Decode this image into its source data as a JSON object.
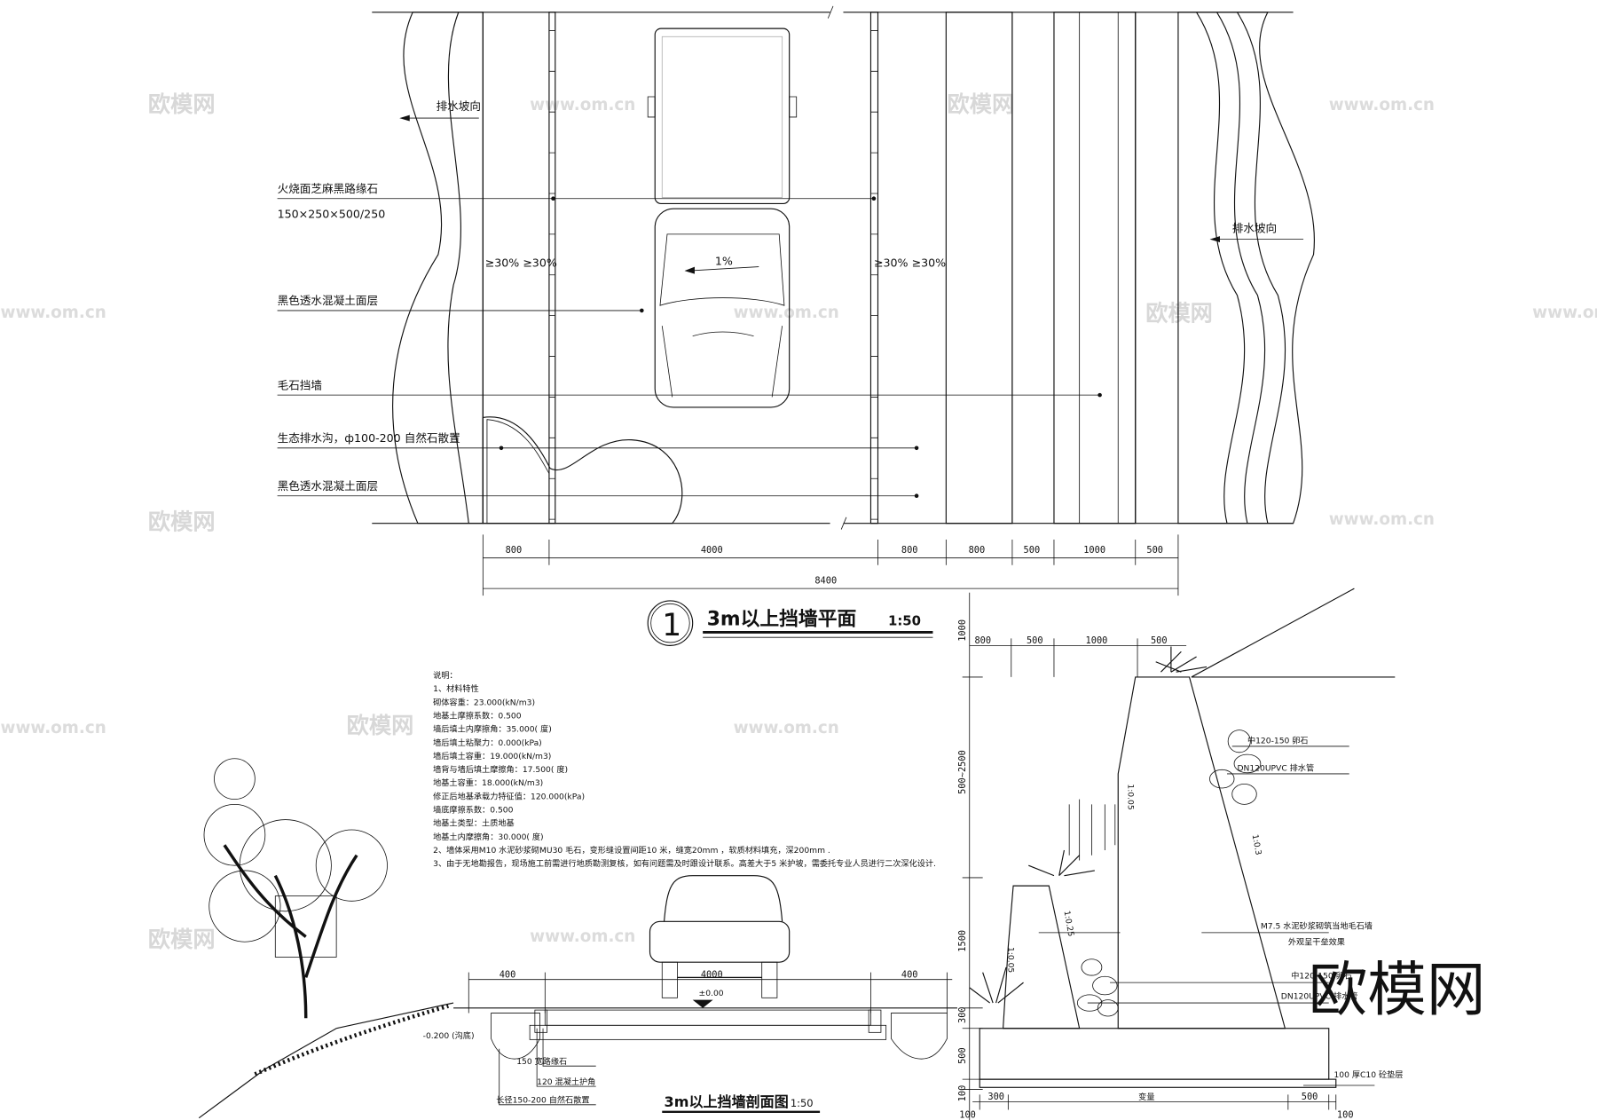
{
  "plan": {
    "title": "3m以上挡墙平面",
    "scale": "1:50",
    "number": "1",
    "labels": [
      "火烧面芝麻黑路缘石",
      "150×250×500/250",
      "黑色透水混凝土面层",
      "毛石挡墙",
      "生态排水沟，ф100-200   自然石散置",
      "黑色透水混凝土面层"
    ],
    "drain_left": "排水坡向",
    "drain_right": "排水坡向",
    "slope_center": "1%",
    "slope_left": "≥30% ≥30%",
    "slope_right": "≥30% ≥30%",
    "dims": [
      "800",
      "4000",
      "800",
      "800",
      "500",
      "1000",
      "500"
    ],
    "total": "8400"
  },
  "notes": [
    "说明：",
    "1、材料特性",
    "砌体容重：23.000(kN/m3)",
    "地基土摩擦系数：0.500",
    "墙后填土内摩擦角：35.000(    度)",
    "墙后填土粘聚力：0.000(kPa)",
    "墙后填土容重：19.000(kN/m3)",
    "墙背与墙后填土摩擦角：17.500(    度)",
    "地基土容重：18.000(kN/m3)",
    "修正后地基承载力特征值：120.000(kPa)",
    "墙底摩擦系数：0.500",
    "地基土类型：土质地基",
    "地基土内摩擦角：30.000(    度)",
    "2、墙体采用M10  水泥砂浆砌MU30   毛石，变形缝设置间距10 米，缝宽20mm   ，软质材料填充，深200mm  .",
    "3、由于无地勘报告，现场施工前需进行地质勘测复核，如有问题需及时跟设计联系。高差大于5 米护坡，需委托专业人员进行二次深化设计."
  ],
  "section": {
    "title": "3m以上挡墙剖面图",
    "scale": "1:50",
    "dims": [
      "400",
      "4000",
      "400"
    ],
    "elevation": "±0.00",
    "ditch": "-0.200  (沟底)",
    "labels": [
      "150  宽路缘石",
      "120  混凝土护角",
      "长径150-200   自然石散置"
    ]
  },
  "wall": {
    "top_dims": [
      "800",
      "500",
      "1000",
      "500"
    ],
    "vert_dims": [
      "1000",
      "500~2500",
      "1500",
      "300",
      "500",
      "100"
    ],
    "bottom_dims": [
      "100",
      "300",
      "变量",
      "500",
      "100"
    ],
    "labels": [
      "中120-150    卵石",
      "DN120UPVC    排水管",
      "M7.5  水泥砂浆砌筑当地毛石墙",
      "外观呈干垒效果",
      "中120-150    卵石",
      "DN120UPVC    排水管",
      "100  厚C10  砼垫层"
    ],
    "slopes": [
      "1:0.3",
      "1:0.05",
      "1:0.25",
      "1:0.05"
    ]
  },
  "watermark": {
    "logo": "欧模网",
    "url": "www.om.cn"
  }
}
